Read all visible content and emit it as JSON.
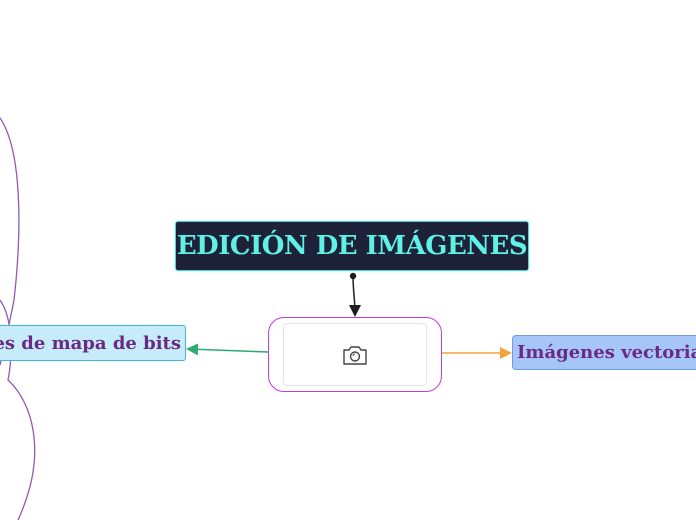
{
  "title": {
    "text": "EDICIÓN DE IMÁGENES",
    "background_color": "#1d2238",
    "text_color": "#5ff0e6",
    "border_color": "#33e0d8"
  },
  "center": {
    "icon": "camera-icon",
    "border_color": "#c33bdc"
  },
  "branches": {
    "left": {
      "label": "Imágenes de mapa de bits",
      "fill_color": "#c5ecf8",
      "border_color": "#3fb4dd",
      "connector_color": "#2dab70"
    },
    "right": {
      "label": "Imágenes vectoriales",
      "fill_color": "#a7c6f8",
      "border_color": "#6f9be6",
      "connector_color": "#f4a23c"
    }
  },
  "colors": {
    "label_text": "#6a2a84",
    "title_connector": "#1e1e1e",
    "side_curves": "#8e5ab3"
  }
}
